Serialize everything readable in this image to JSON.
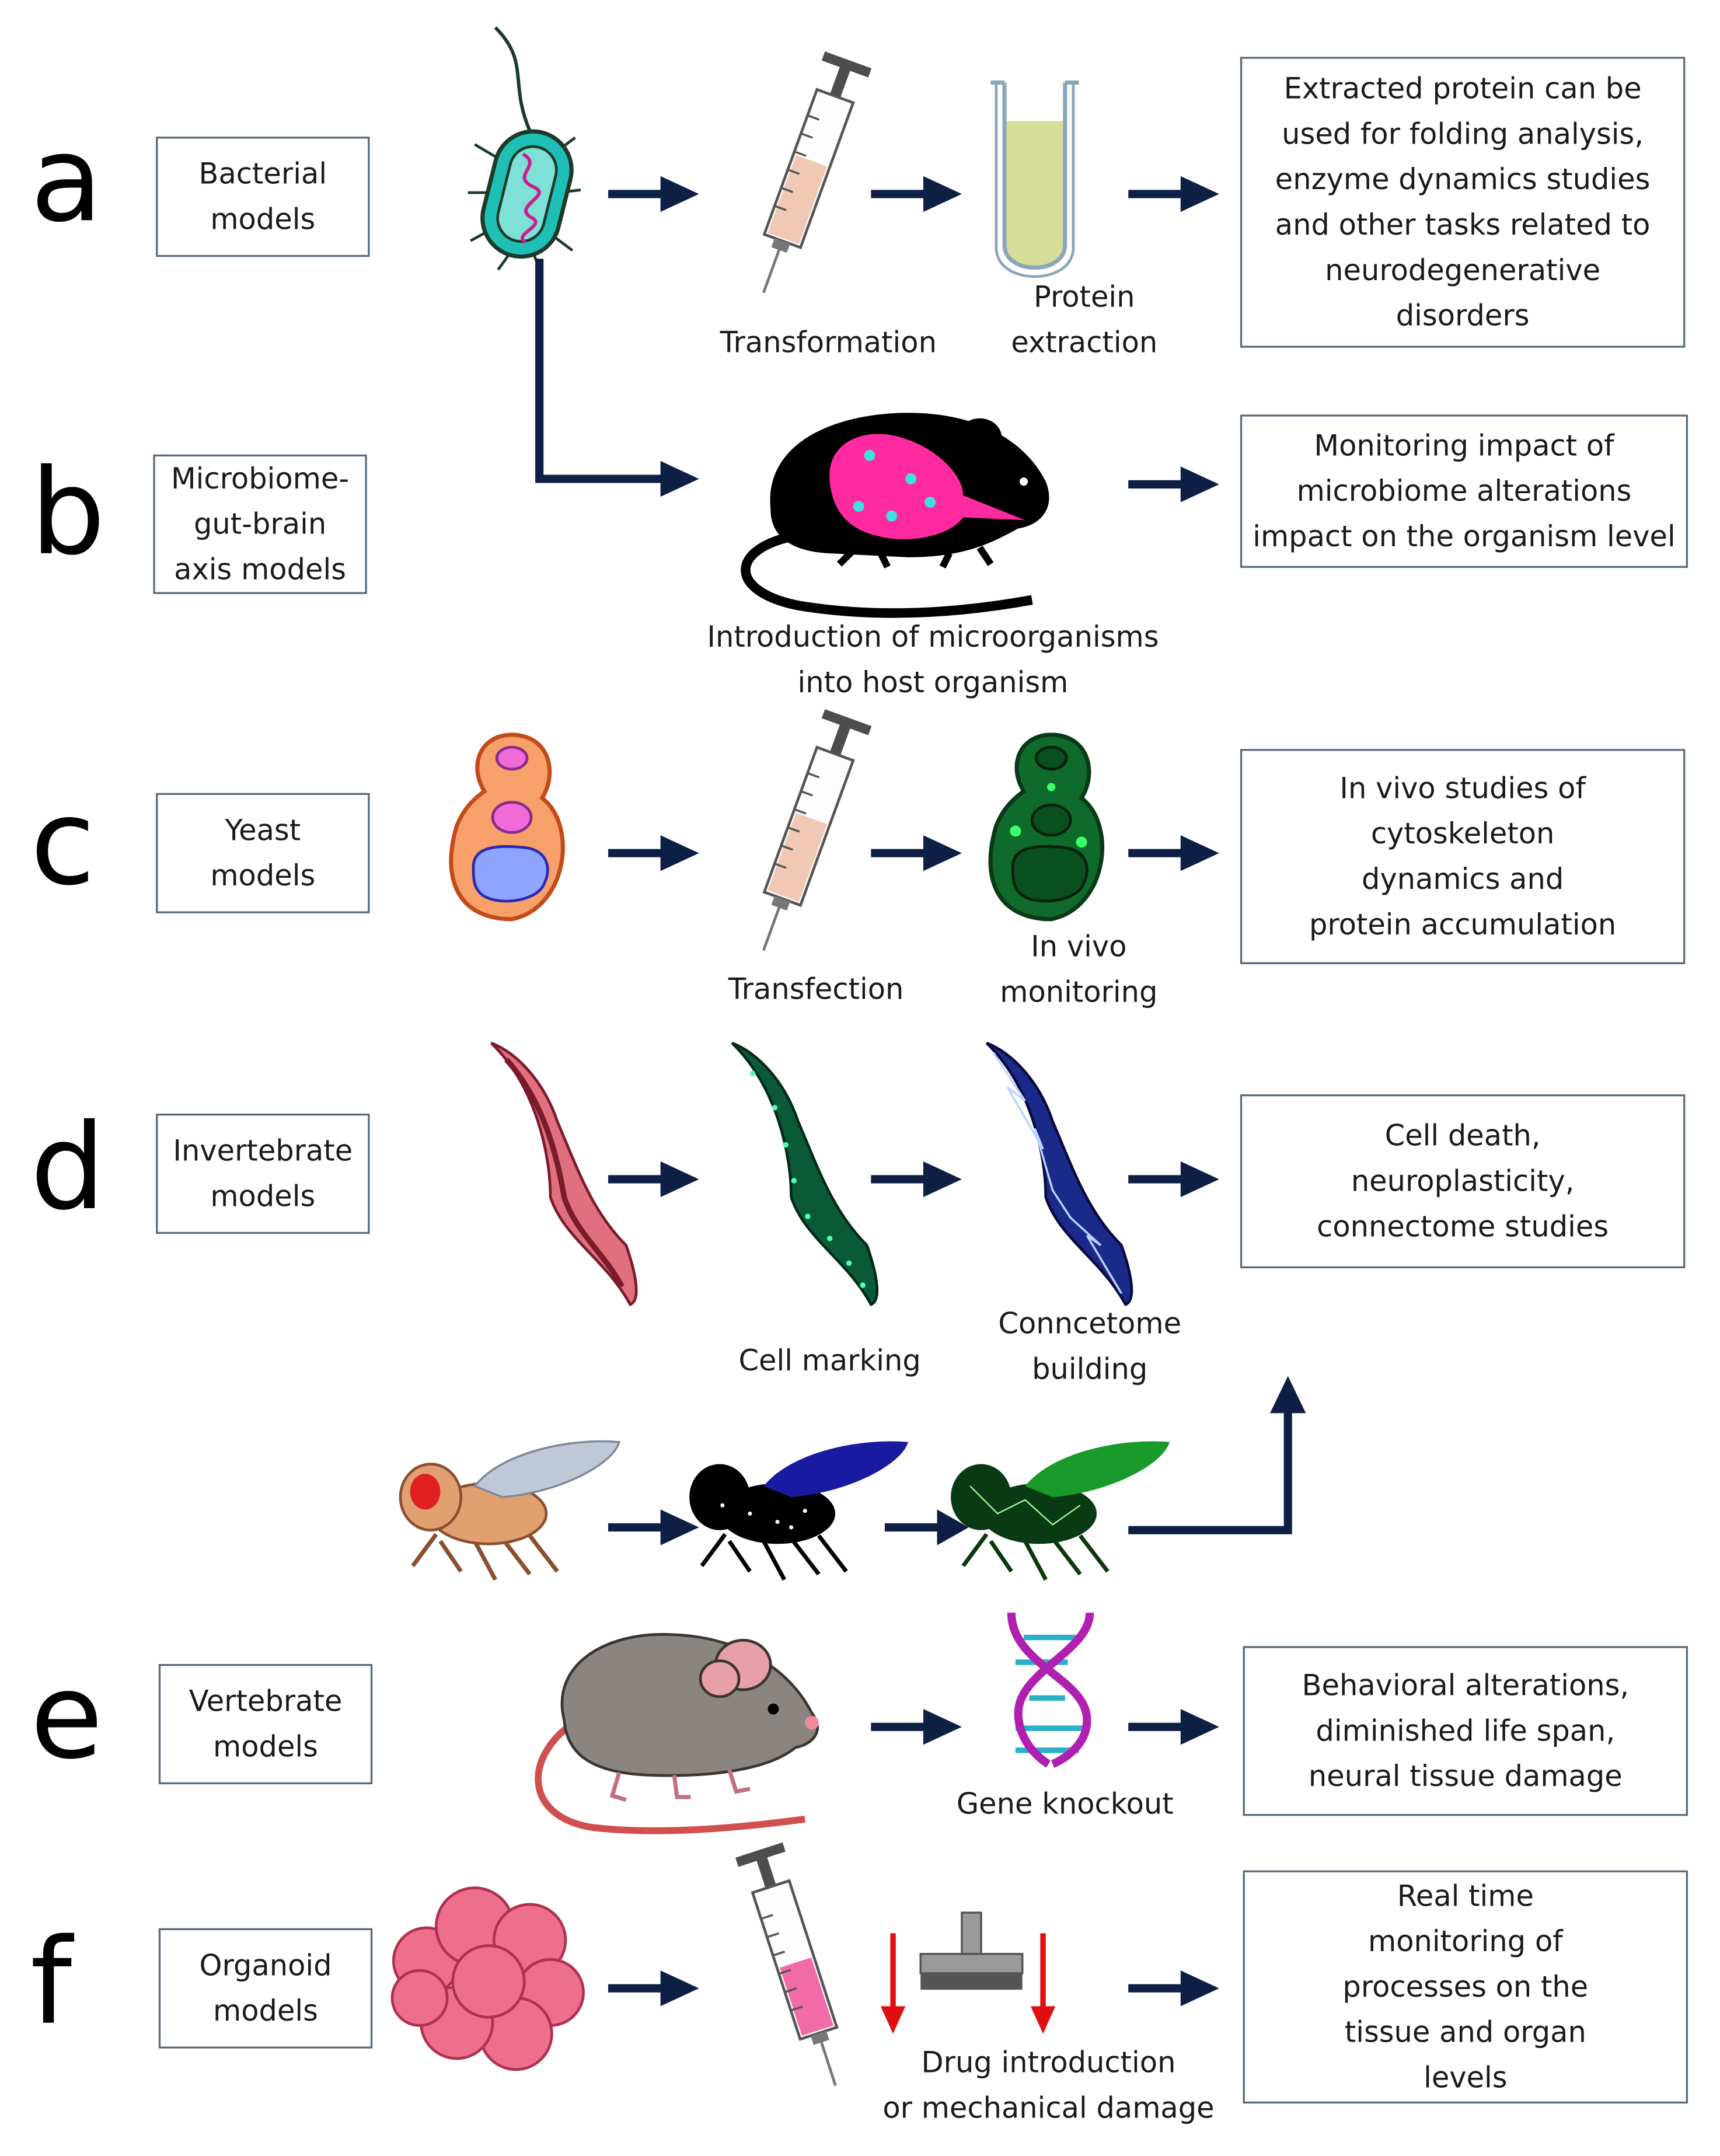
{
  "rows": [
    {
      "letter": "a",
      "model": [
        "Bacterial",
        "models"
      ],
      "steps": [
        {
          "lines": [
            "Transformation"
          ]
        },
        {
          "lines": [
            "Protein",
            "extraction"
          ]
        }
      ],
      "outcome": [
        "Extracted protein can be",
        "used for folding analysis,",
        "enzyme dynamics studies",
        "and other tasks related to",
        "neurodegenerative",
        "disorders"
      ]
    },
    {
      "letter": "b",
      "model": [
        "Microbiome-",
        "gut-brain",
        "axis models"
      ],
      "steps": [
        {
          "lines": [
            "Introduction of microorganisms",
            "into host organism"
          ]
        }
      ],
      "outcome": [
        "Monitoring impact of",
        "microbiome alterations",
        "impact on the organism level"
      ]
    },
    {
      "letter": "c",
      "model": [
        "Yeast",
        "models"
      ],
      "steps": [
        {
          "lines": [
            "Transfection"
          ]
        },
        {
          "lines": [
            "In vivo",
            "monitoring"
          ]
        }
      ],
      "outcome": [
        "In vivo studies of",
        "cytoskeleton",
        "dynamics and",
        "protein accumulation"
      ]
    },
    {
      "letter": "d",
      "model": [
        "Invertebrate",
        "models"
      ],
      "steps": [
        {
          "lines": [
            "Cell marking"
          ]
        },
        {
          "lines": [
            "Conncetome",
            "building"
          ]
        }
      ],
      "outcome": [
        "Cell death,",
        "neuroplasticity,",
        "connectome studies"
      ]
    },
    {
      "letter": "e",
      "model": [
        "Vertebrate",
        "models"
      ],
      "steps": [
        {
          "lines": [
            "Gene knockout"
          ]
        }
      ],
      "outcome": [
        "Behavioral alterations,",
        "diminished life span,",
        "neural tissue damage"
      ]
    },
    {
      "letter": "f",
      "model": [
        "Organoid",
        "models"
      ],
      "steps": [
        {
          "lines": [
            "Drug introduction",
            "or mechanical damage"
          ]
        }
      ],
      "outcome": [
        "Real time",
        "monitoring of",
        "processes on the",
        "tissue and organ",
        "levels"
      ]
    }
  ],
  "icons": {
    "bacterium": "bacterium-icon",
    "syringe": "syringe-icon",
    "test_tube": "test-tube-icon",
    "rat": "rat-icon",
    "yeast": "yeast-cell-icon",
    "worm": "nematode-icon",
    "fly": "fruit-fly-icon",
    "mouse": "mouse-icon",
    "dna": "dna-icon",
    "organoid": "organoid-icon",
    "press": "press-icon"
  },
  "colors": {
    "arrow": "#0e1f45",
    "bacteria": "#1fbfb5",
    "protein": "#f0c8b4",
    "pink": "#ff2aa0",
    "yeast_orange": "#f7a06a",
    "green_cell": "#0f6b2c",
    "worm_red": "#d9506a",
    "mouse_grey": "#8a8580",
    "organoid": "#ee6f8c",
    "drug": "#f26aa8"
  }
}
